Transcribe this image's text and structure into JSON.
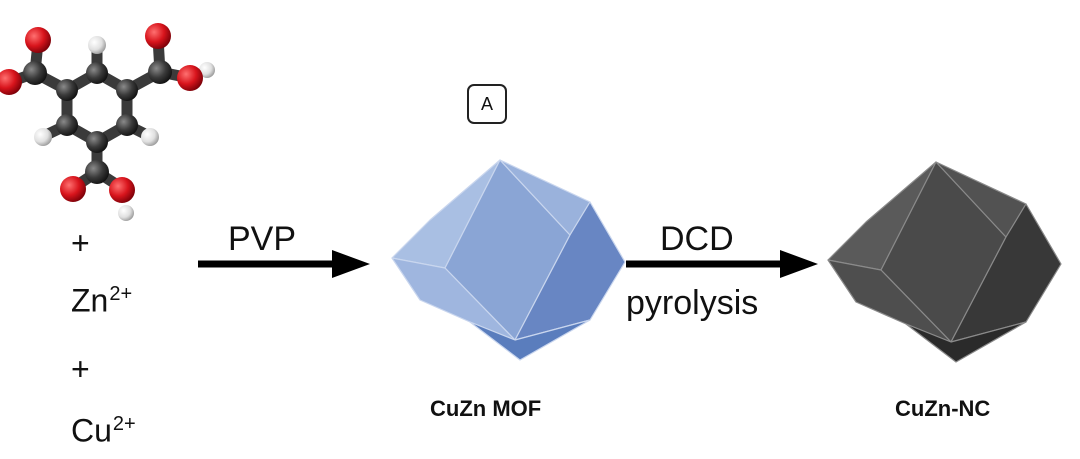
{
  "panel_label": "A",
  "reactants": {
    "plus_1": "+",
    "zinc_symbol": "Zn",
    "zinc_charge": "2+",
    "plus_2": "+",
    "copper_symbol": "Cu",
    "copper_charge": "2+"
  },
  "step_1": {
    "label": "PVP"
  },
  "step_2": {
    "label_top": "DCD",
    "label_bottom": "pyrolysis"
  },
  "products": {
    "mof_caption": "CuZn MOF",
    "nc_caption": "CuZn-NC"
  },
  "colors": {
    "mof_light": "#a7bde3",
    "mof_mid": "#8aa6d6",
    "mof_dark": "#5a7fbf",
    "nc_light": "#585858",
    "nc_mid": "#444444",
    "nc_dark": "#2a2a2a",
    "oxygen": "#d8141c",
    "carbon": "#3a3a3a",
    "hydrogen": "#e8e8e8"
  }
}
